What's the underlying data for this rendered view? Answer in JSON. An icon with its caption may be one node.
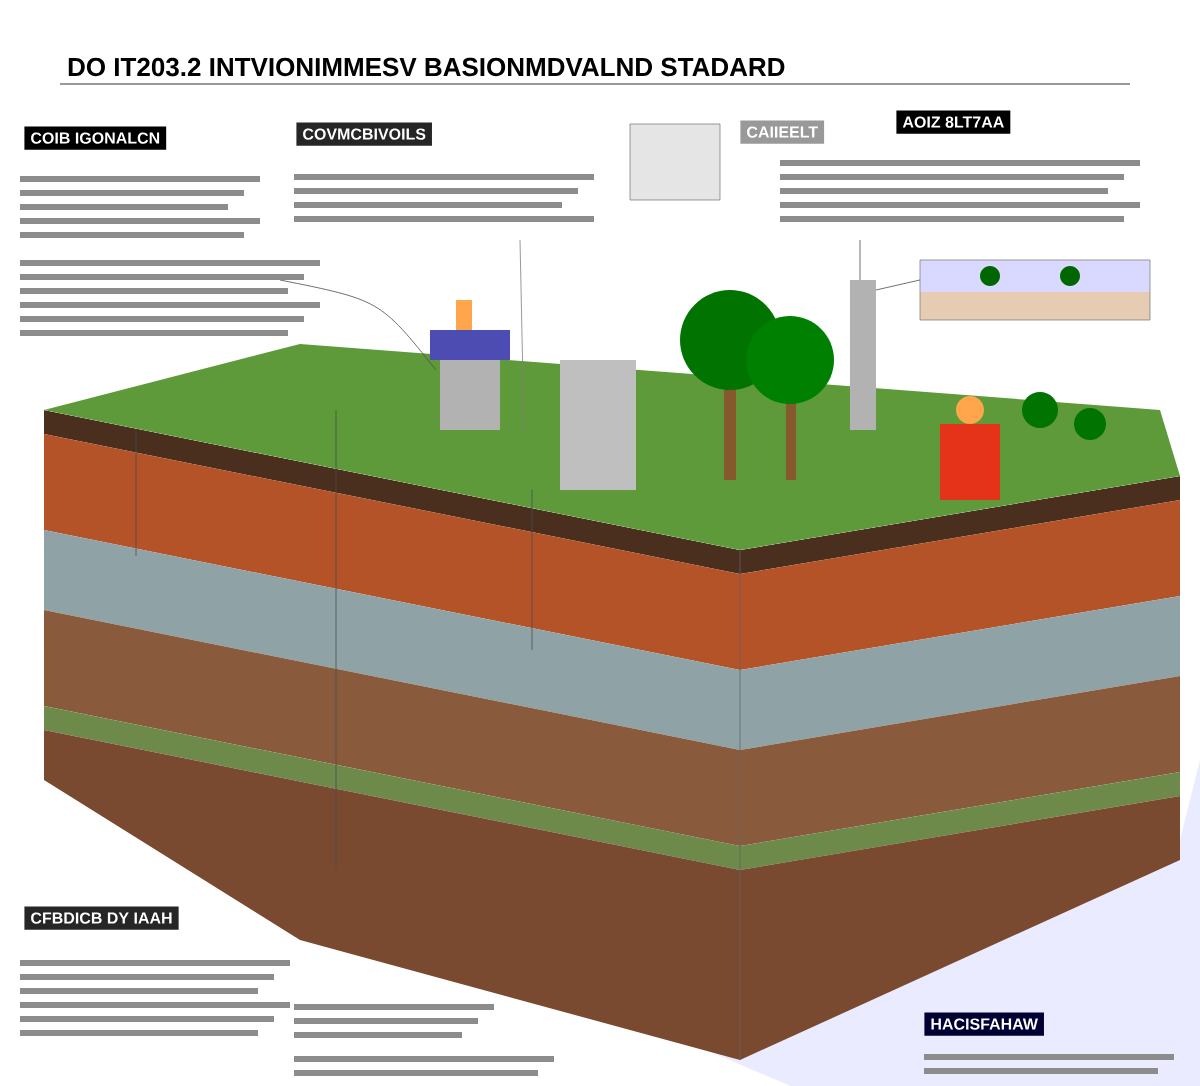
{
  "diagram": {
    "title": "DO IT203.2 INTVIONIMMESV BASIONMDVALND STADARD",
    "labels": [
      "COIB IGONALCN",
      "COVMCBIVOILS",
      "CAIIEELT",
      "AOIZ 8LT7AA",
      "CFBDICB DY IAAH",
      "HACISFAHAW"
    ]
  }
}
